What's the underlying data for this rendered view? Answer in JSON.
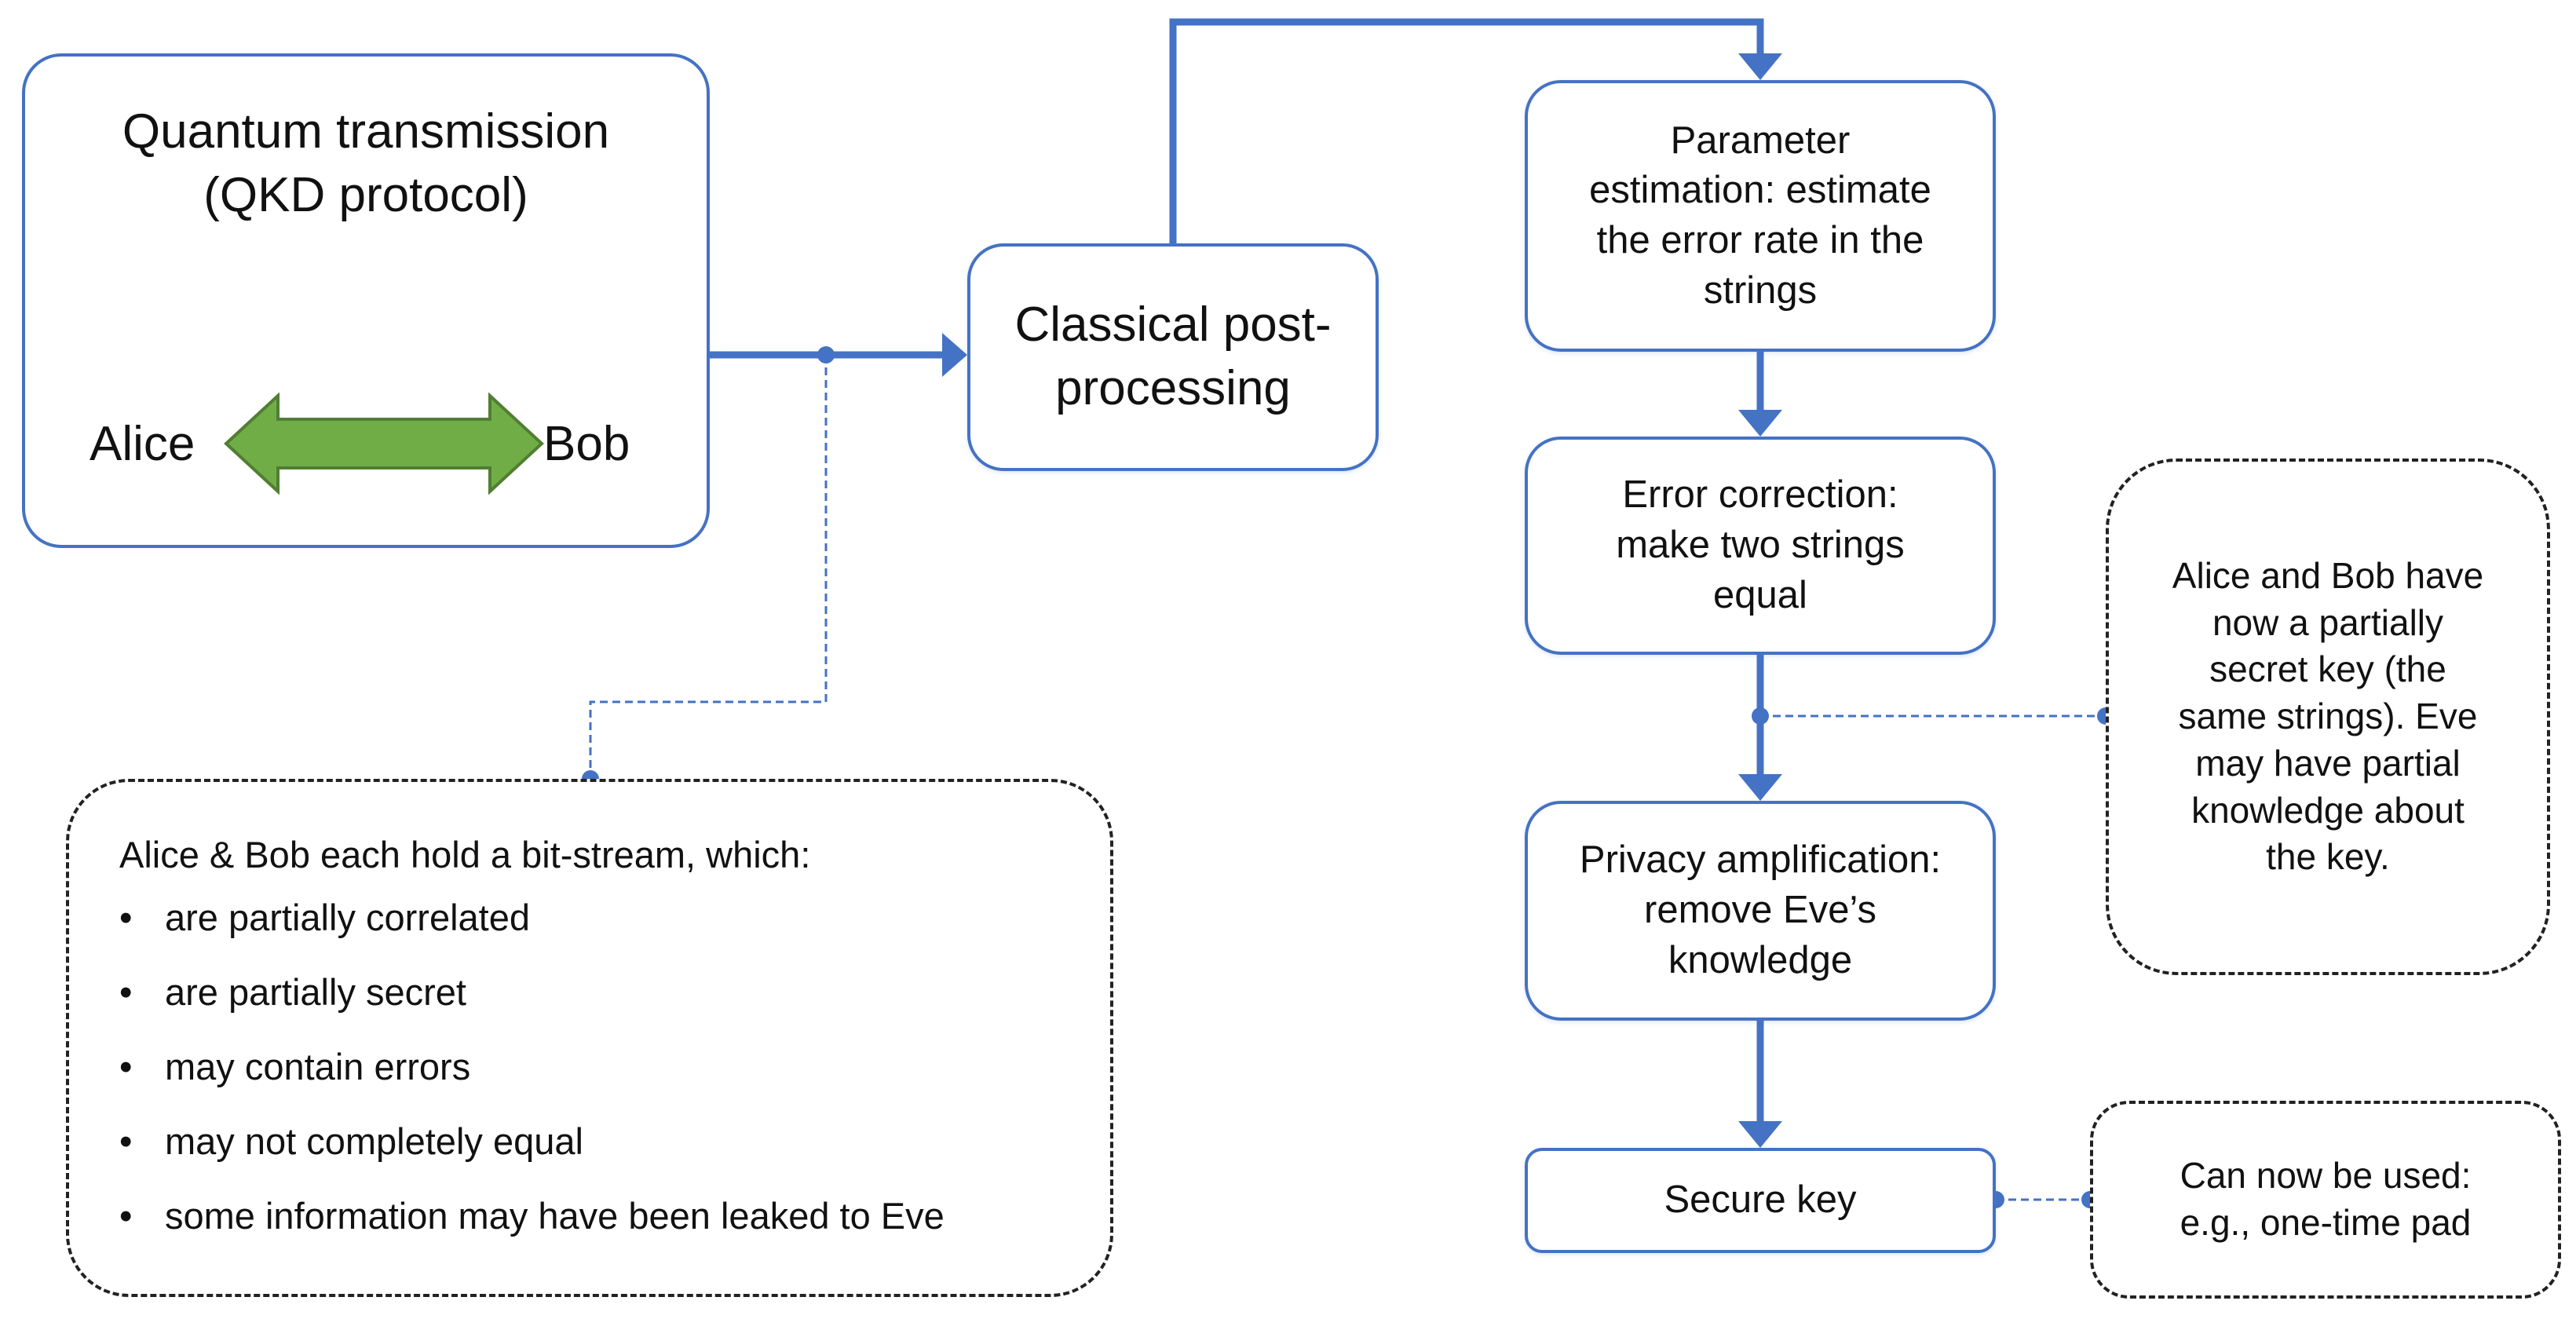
{
  "quantum": {
    "title_line1": "Quantum transmission",
    "title_line2": "(QKD protocol)",
    "left_party": "Alice",
    "right_party": "Bob"
  },
  "classical": {
    "line1": "Classical post-",
    "line2": "processing"
  },
  "steps": [
    {
      "lines": [
        "Parameter",
        "estimation: estimate",
        "the error rate in the",
        "strings"
      ]
    },
    {
      "lines": [
        "Error correction:",
        "make two strings",
        "equal"
      ]
    },
    {
      "lines": [
        "Privacy amplification:",
        "remove Eve’s",
        "knowledge"
      ]
    },
    {
      "lines": [
        "Secure key"
      ]
    }
  ],
  "bitstream": {
    "intro": "Alice & Bob each hold a bit-stream, which:",
    "items": [
      "are partially correlated",
      "are partially secret",
      "may contain errors",
      "may not completely equal",
      "some information may have been leaked to Eve"
    ]
  },
  "note_partial": {
    "lines": [
      "Alice and Bob have",
      "now a partially",
      "secret key (the",
      "same strings). Eve",
      "may have partial",
      "knowledge about",
      "the key."
    ]
  },
  "note_use": {
    "lines": [
      "Can now be used:",
      "e.g., one-time pad"
    ]
  },
  "colors": {
    "accent_blue": "#4472c4",
    "arrow_green": "#70ad47",
    "dash_border": "#222222"
  }
}
